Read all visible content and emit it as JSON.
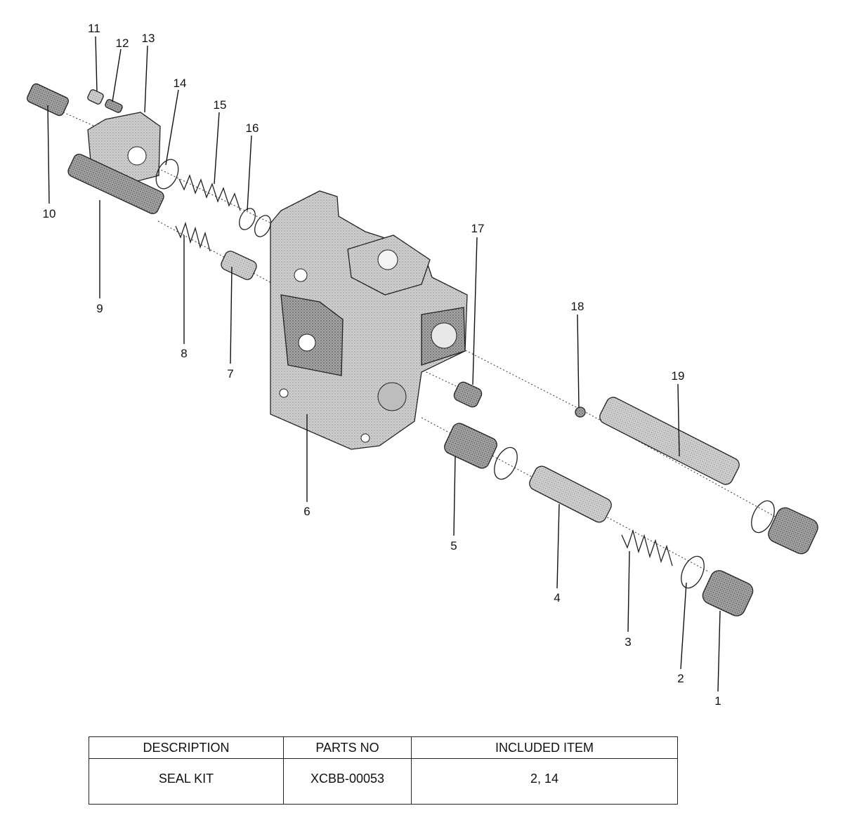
{
  "callouts": {
    "c1": "1",
    "c2": "2",
    "c3": "3",
    "c4": "4",
    "c5": "5",
    "c6": "6",
    "c7": "7",
    "c8": "8",
    "c9": "9",
    "c10": "10",
    "c11": "11",
    "c12": "12",
    "c13": "13",
    "c14": "14",
    "c15": "15",
    "c16": "16",
    "c17": "17",
    "c18": "18",
    "c19": "19"
  },
  "table": {
    "headers": [
      "DESCRIPTION",
      "PARTS NO",
      "INCLUDED ITEM"
    ],
    "rows": [
      [
        "SEAL KIT",
        "XCBB-00053",
        "2,  14"
      ]
    ]
  },
  "colors": {
    "ink": "#111111",
    "part_shade": "#b8b8b8",
    "part_dark": "#7a7a7a"
  }
}
